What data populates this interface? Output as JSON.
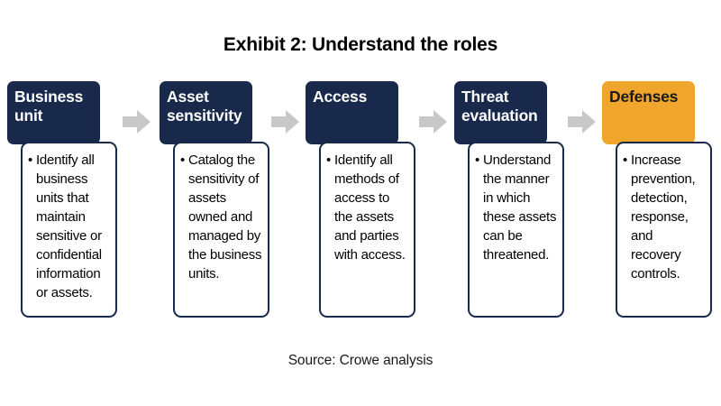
{
  "title": "Exhibit 2: Understand the roles",
  "source_note": "Source: Crowe analysis",
  "colors": {
    "header_navy": "#18294b",
    "header_orange": "#f0a52c",
    "header_navy_text": "#ffffff",
    "header_orange_text": "#1a1a1a",
    "card_border": "#18294b",
    "card_background": "#ffffff",
    "arrow_gray": "#c8c8c8",
    "page_background": "#ffffff",
    "body_text": "#000000"
  },
  "arrow_icon_name": "right-arrow-icon",
  "bullet_glyph": "•",
  "steps": [
    {
      "id": "business-unit",
      "label": "Business\nunit",
      "header_color": "#18294b",
      "header_text_color": "#ffffff",
      "bullets": [
        "Identify all business units that maintain sensitive or confidential information or assets."
      ]
    },
    {
      "id": "asset-sensitivity",
      "label": "Asset\nsensitivity",
      "header_color": "#18294b",
      "header_text_color": "#ffffff",
      "bullets": [
        "Catalog the sensitivity of assets owned and managed by the business units."
      ]
    },
    {
      "id": "access",
      "label": "Access",
      "header_color": "#18294b",
      "header_text_color": "#ffffff",
      "bullets": [
        "Identify all methods of access to the assets and parties with access."
      ]
    },
    {
      "id": "threat-evaluation",
      "label": "Threat\nevaluation",
      "header_color": "#18294b",
      "header_text_color": "#ffffff",
      "bullets": [
        "Understand the manner in which these assets can be threatened."
      ]
    },
    {
      "id": "defenses",
      "label": "Defenses",
      "header_color": "#f0a52c",
      "header_text_color": "#1a1a1a",
      "bullets": [
        "Increase prevention, detection, response, and recovery controls."
      ]
    }
  ],
  "layout": {
    "step_left_positions": [
      8,
      177,
      339,
      504,
      668
    ],
    "arrow_left_positions": [
      136,
      301,
      465,
      630
    ]
  }
}
